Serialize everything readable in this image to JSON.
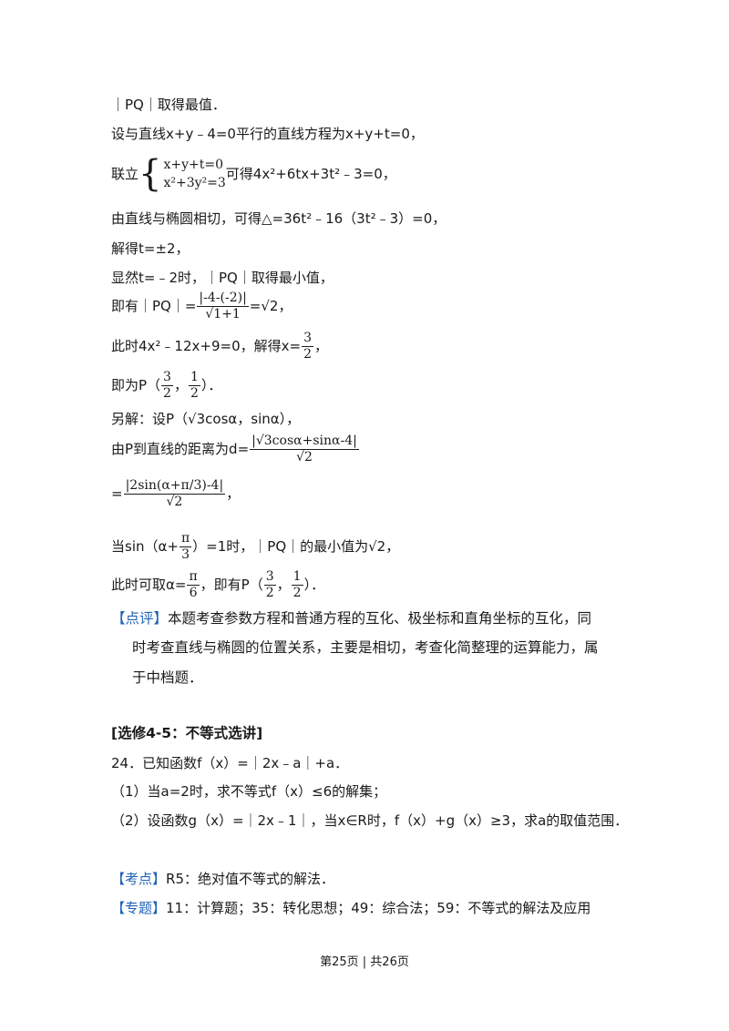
{
  "lines": {
    "l1": "｜PQ｜取得最值．",
    "l2": "设与直线x+y﹣4=0平行的直线方程为x+y+t=0，",
    "l3_prefix": "联立",
    "l3_eq1": "x+y+t=0",
    "l3_eq2": "x²+3y²=3",
    "l3_suffix": "可得4x²+6tx+3t²﹣3=0，",
    "l4": "由直线与椭圆相切，可得△=36t²﹣16（3t²﹣3）=0，",
    "l5": "解得t=±2，",
    "l6": "显然t=﹣2时，｜PQ｜取得最小值，",
    "l7_prefix": "即有｜PQ｜=",
    "l7_num": "|-4-(-2)|",
    "l7_den": "√1+1",
    "l7_suffix": "=√2，",
    "l8_prefix": "此时4x²﹣12x+9=0，解得x=",
    "l8_num": "3",
    "l8_den": "2",
    "l8_suffix": "，",
    "l9_prefix": "即为P（",
    "l9_n1": "3",
    "l9_d1": "2",
    "l9_sep": "，",
    "l9_n2": "1",
    "l9_d2": "2",
    "l9_suffix": "）．",
    "l10": "另解：设P（√3cosα，sinα），",
    "l11_prefix": "由P到直线的距离为d=",
    "l11_num": "|√3cosα+sinα-4|",
    "l11_den": "√2",
    "l12_prefix": "=",
    "l12_num": "|2sin(α+π/3)-4|",
    "l12_den": "√2",
    "l12_suffix": "，",
    "l13_prefix": "当sin（α+",
    "l13_num": "π",
    "l13_den": "3",
    "l13_suffix": "）=1时，｜PQ｜的最小值为√2，",
    "l14_prefix": "此时可取α=",
    "l14_num": "π",
    "l14_den": "6",
    "l14_mid": "，即有P（",
    "l14_n1": "3",
    "l14_d1": "2",
    "l14_sep": "，",
    "l14_n2": "1",
    "l14_d2": "2",
    "l14_suffix": "）．"
  },
  "comment": {
    "tag": "【点评】",
    "text1": "本题考查参数方程和普通方程的互化、极坐标和直角坐标的互化，同",
    "text2": "时考查直线与椭圆的位置关系，主要是相切，考查化简整理的运算能力，属",
    "text3": "于中档题．"
  },
  "section_heading": "[选修4-5：不等式选讲]",
  "problem": {
    "q": "24．已知函数f（x）=｜2x﹣a｜+a．",
    "p1": "（1）当a=2时，求不等式f（x）≤6的解集；",
    "p2": "（2）设函数g（x）=｜2x﹣1｜，当x∈R时，f（x）+g（x）≥3，求a的取值范围．"
  },
  "kaodian": {
    "tag": "【考点】",
    "text": "R5：绝对值不等式的解法．"
  },
  "zhuanti": {
    "tag": "【专题】",
    "text": "11：计算题；35：转化思想；49：综合法；59：不等式的解法及应用"
  },
  "footer": "第25页 | 共26页"
}
